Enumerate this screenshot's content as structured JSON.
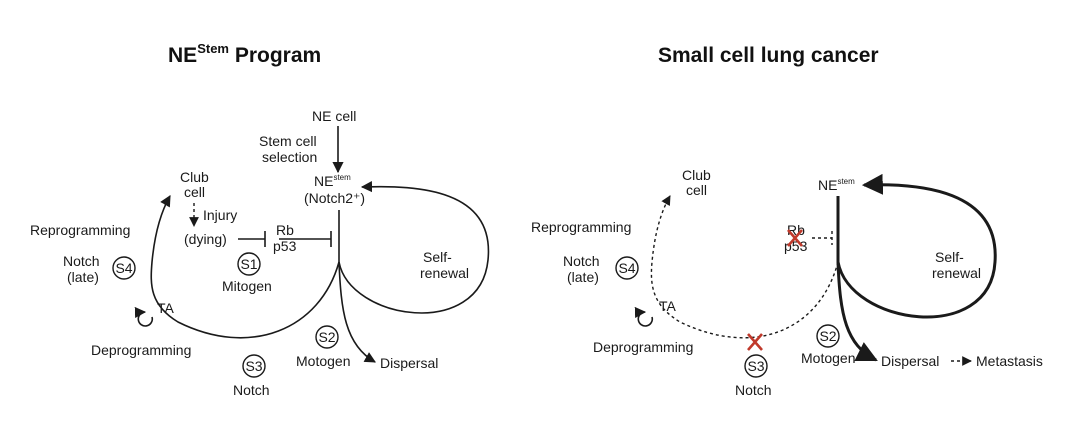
{
  "left": {
    "title_main": "NE",
    "title_sup": "Stem",
    "title_rest": " Program",
    "ne_cell": "NE cell",
    "stem_selection_1": "Stem cell",
    "stem_selection_2": "selection",
    "ne_stem_main": "NE",
    "ne_stem_sup": "stem",
    "notch2": "(Notch2⁺)",
    "club_1": "Club",
    "club_2": "cell",
    "injury": "Injury",
    "dying": "(dying)",
    "rb": "Rb",
    "p53": "p53",
    "s1": "S1",
    "mitogen": "Mitogen",
    "reprogramming": "Reprogramming",
    "notch_late_1": "Notch",
    "notch_late_2": "(late)",
    "s4": "S4",
    "ta": "TA",
    "deprogramming": "Deprogramming",
    "s3": "S3",
    "notch": "Notch",
    "s2": "S2",
    "motogen": "Motogen",
    "dispersal": "Dispersal",
    "self_renewal_1": "Self-",
    "self_renewal_2": "renewal"
  },
  "right": {
    "title": "Small cell lung cancer",
    "ne_stem_main": "NE",
    "ne_stem_sup": "stem",
    "club_1": "Club",
    "club_2": "cell",
    "rb": "Rb",
    "p53": "p53",
    "reprogramming": "Reprogramming",
    "notch_late_1": "Notch",
    "notch_late_2": "(late)",
    "s4": "S4",
    "ta": "TA",
    "deprogramming": "Deprogramming",
    "s3": "S3",
    "notch": "Notch",
    "s2": "S2",
    "motogen": "Motogen",
    "dispersal": "Dispersal",
    "metastasis": "Metastasis",
    "self_renewal_1": "Self-",
    "self_renewal_2": "renewal"
  },
  "colors": {
    "ink": "#1a1a1a",
    "block_x": "#c0392b"
  }
}
